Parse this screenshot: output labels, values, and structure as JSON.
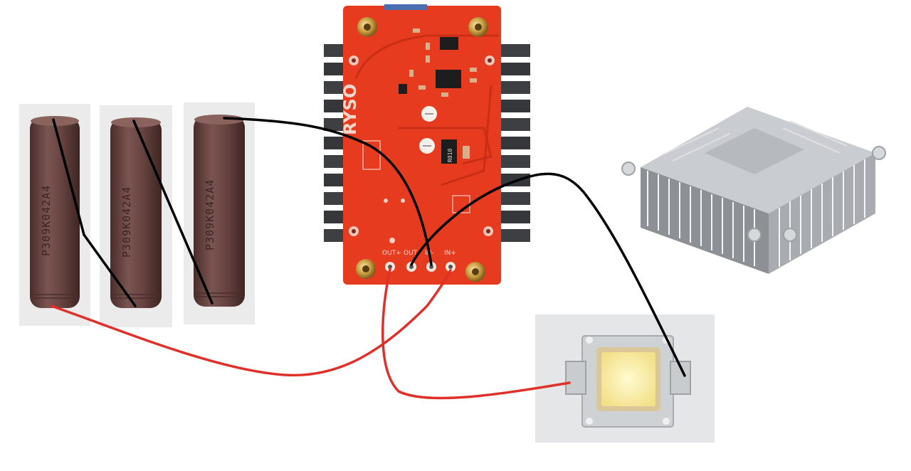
{
  "batteries": [
    {
      "marking": "P309K042A4"
    },
    {
      "marking": "P309K042A4"
    },
    {
      "marking": "P309K042A4"
    }
  ],
  "pcb": {
    "logo": "RYSO",
    "resistor_marking": "R010",
    "pins": [
      "OUT+",
      "OUT-",
      "IN-",
      "IN+"
    ]
  },
  "colors": {
    "positive_wire": "#e0302a",
    "negative_wire": "#000000",
    "pcb": "#e63b1f",
    "battery": "#6b4440"
  }
}
